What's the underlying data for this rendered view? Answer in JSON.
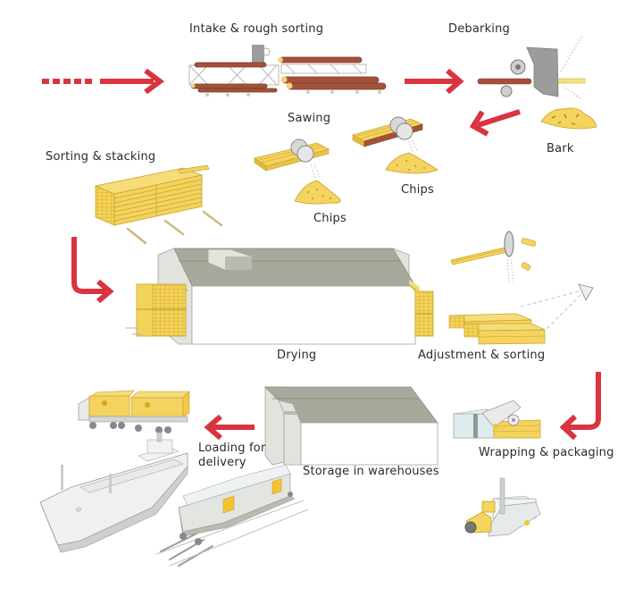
{
  "diagram": {
    "title": "Sawmill process flow",
    "colors": {
      "arrow": "#d9343f",
      "wood": "#f4d35e",
      "wood_edge": "#c9a22a",
      "log_bark": "#a3523a",
      "building_roof": "#a7a99c",
      "building_wall": "#ffffff",
      "building_side": "#e2e3dd",
      "machine_grey": "#9c9c9c",
      "outline": "#8a8a8a"
    },
    "steps": [
      {
        "id": "intake",
        "label": "Intake & rough sorting"
      },
      {
        "id": "debarking",
        "label": "Debarking"
      },
      {
        "id": "bark",
        "label": "Bark"
      },
      {
        "id": "sawing",
        "label": "Sawing"
      },
      {
        "id": "chips-1",
        "label": "Chips"
      },
      {
        "id": "chips-2",
        "label": "Chips"
      },
      {
        "id": "sorting-stacking",
        "label": "Sorting & stacking"
      },
      {
        "id": "drying",
        "label": "Drying"
      },
      {
        "id": "adjustment-sorting",
        "label": "Adjustment & sorting"
      },
      {
        "id": "wrapping-packaging",
        "label": "Wrapping & packaging"
      },
      {
        "id": "storage",
        "label": "Storage in warehouses"
      },
      {
        "id": "loading",
        "label": "Loading for\ndelivery"
      }
    ],
    "arrows": [
      {
        "from": "start",
        "to": "intake",
        "style": "dotted-start"
      },
      {
        "from": "intake",
        "to": "debarking"
      },
      {
        "from": "debarking",
        "to": "sawing"
      },
      {
        "from": "sorting-stacking",
        "to": "drying",
        "style": "elbow"
      },
      {
        "from": "adjustment-sorting",
        "to": "wrapping-packaging",
        "style": "elbow"
      },
      {
        "from": "storage",
        "to": "loading"
      }
    ]
  }
}
